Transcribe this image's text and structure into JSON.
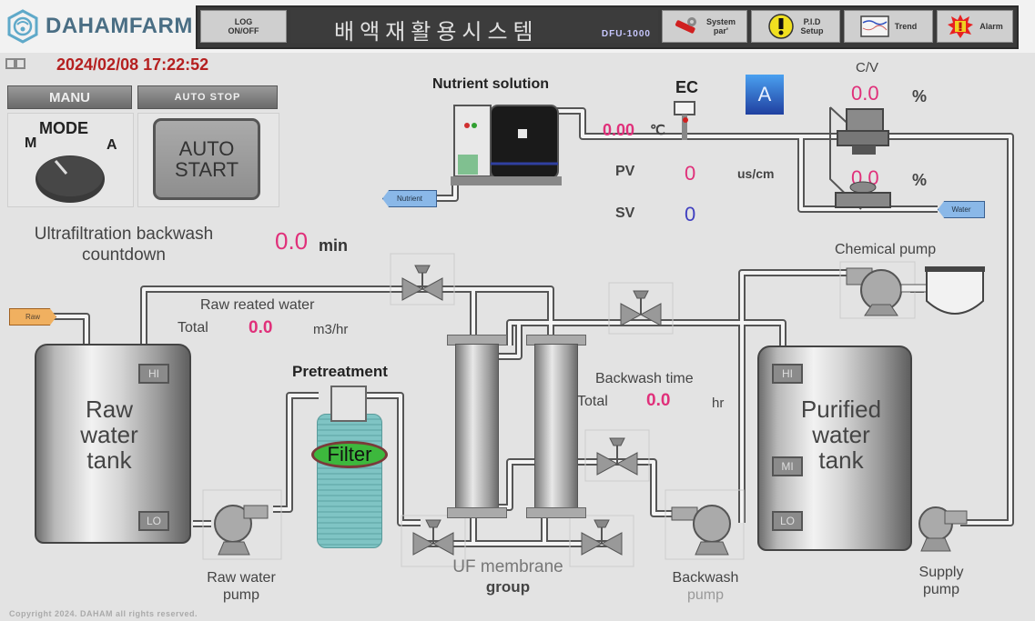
{
  "header": {
    "brand": "DAHAMFARM",
    "log_button": {
      "line1": "LOG",
      "line2": "ON/OFF"
    },
    "title": "배액재활용시스템",
    "model": "DFU-1000",
    "nav": [
      {
        "label_line1": "System",
        "label_line2": "par'",
        "icon": "wrench-icon"
      },
      {
        "label_line1": "P.I.D",
        "label_line2": "Setup",
        "icon": "warning-icon"
      },
      {
        "label_line1": "Trend",
        "label_line2": "",
        "icon": "trend-chart-icon"
      },
      {
        "label_line1": "Alarm",
        "label_line2": "",
        "icon": "alarm-icon"
      }
    ]
  },
  "status": {
    "datetime": "2024/02/08 17:22:52"
  },
  "mode": {
    "manu_label": "MANU",
    "auto_stop_label": "AUTO STOP",
    "selector_title": "MODE",
    "selector_left": "M",
    "selector_right": "A",
    "auto_start_line1": "AUTO",
    "auto_start_line2": "START"
  },
  "countdown": {
    "label_line1": "Ultrafiltration backwash",
    "label_line2": "countdown",
    "value": "0.0",
    "unit": "min"
  },
  "nutrient": {
    "title": "Nutrient solution",
    "temperature": "0.00",
    "temperature_unit": "℃",
    "tag": "Nutrient"
  },
  "ec": {
    "title": "EC",
    "pv_label": "PV",
    "pv_value": "0",
    "sv_label": "SV",
    "sv_value": "0",
    "unit": "us/cm",
    "mode_indicator": "A"
  },
  "control_valve": {
    "title": "C/V",
    "value1": "0.0",
    "unit1": "%",
    "value2": "0.0",
    "unit2": "%",
    "water_tag": "Water"
  },
  "chemical_pump": {
    "label": "Chemical pump"
  },
  "raw_water": {
    "tag": "Raw",
    "flow_label": "Raw reated water",
    "total_label": "Total",
    "total_value": "0.0",
    "total_unit": "m3/hr",
    "tank_line1": "Raw",
    "tank_line2": "water",
    "tank_line3": "tank",
    "level_hi": "HI",
    "level_lo": "LO",
    "pump_line1": "Raw water",
    "pump_line2": "pump"
  },
  "pretreatment": {
    "title": "Pretreatment",
    "filter_label": "Filter"
  },
  "uf": {
    "label_line1": "UF membrane",
    "label_line2": "group"
  },
  "backwash": {
    "time_label": "Backwash time",
    "total_label": "Total",
    "total_value": "0.0",
    "total_unit": "hr",
    "pump_line1": "Backwash",
    "pump_line2": "pump"
  },
  "purified": {
    "tank_line1": "Purified",
    "tank_line2": "water",
    "tank_line3": "tank",
    "level_hi": "HI",
    "level_mi": "MI",
    "level_lo": "LO",
    "pump_line1": "Supply",
    "pump_line2": "pump"
  },
  "footer": {
    "copyright": "Copyright 2024. DAHAM all rights reserved."
  },
  "colors": {
    "value_pink": "#e0307a",
    "value_blue": "#4040c0",
    "datetime_red": "#b52020",
    "brand": "#4a6e84"
  }
}
